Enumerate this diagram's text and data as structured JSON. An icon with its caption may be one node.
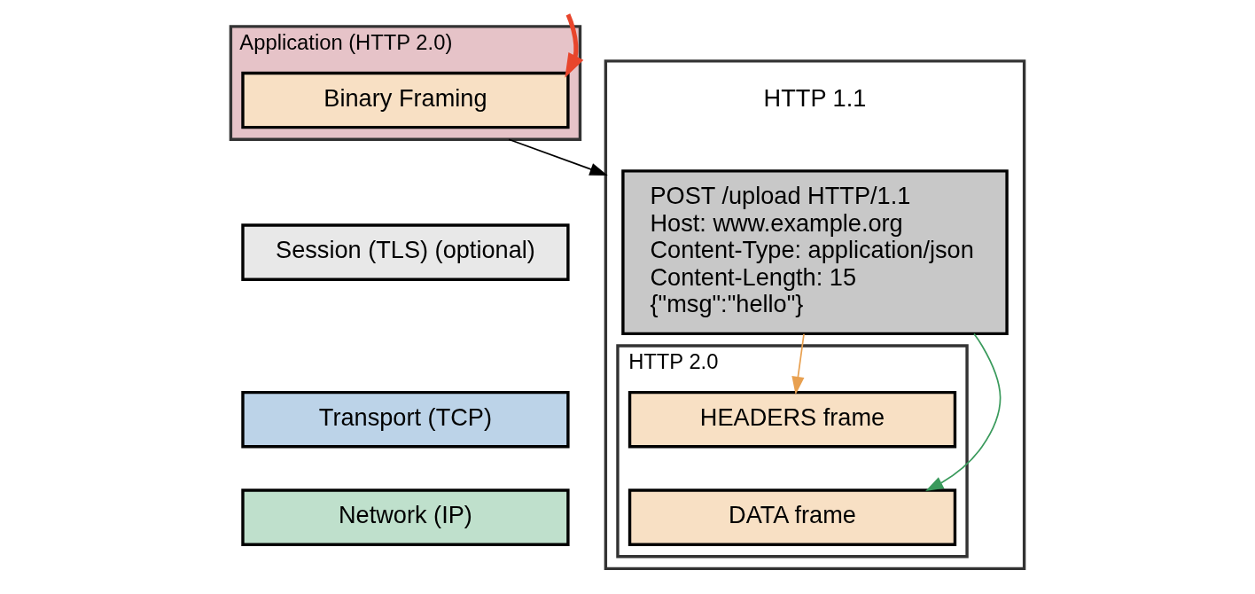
{
  "diagram": {
    "nodes": [
      {
        "text": [
          "Application (HTTP 2.0)"
        ]
      },
      {
        "text": [
          "Binary Framing"
        ],
        "in": 0
      },
      {
        "text": [
          "Session (TLS) (optional)"
        ]
      },
      {
        "text": [
          "Transport (TCP)"
        ]
      },
      {
        "text": [
          "Network (IP)"
        ]
      },
      {
        "text": [],
        "shape": "box"
      },
      {
        "text": [
          "HTTP 1.1",
          "POST /upload HTTP/1.1",
          "Host: www.example.org",
          "Content-Type: application/json",
          "Content-Length: 15",
          "{\"msg\":\"hello\"}"
        ],
        "in": 5
      },
      {
        "text": [
          "HTTP 2.0"
        ],
        "in": 5
      },
      {
        "text": [
          "HEADERS frame"
        ],
        "in": 7
      },
      {
        "text": [
          "DATA frame"
        ],
        "in": 7
      }
    ],
    "edges": [
      {
        "from": null,
        "to": 1,
        "arrow": "to",
        "color": "#e8452c",
        "style": "thick"
      },
      {
        "from": 0,
        "to": 5,
        "arrow": "to",
        "color": "#000000"
      },
      {
        "from": 6,
        "to": 8,
        "arrow": "to",
        "color": "#e8a050"
      },
      {
        "from": 6,
        "to": 9,
        "arrow": "to",
        "color": "#3a9a5c"
      }
    ]
  }
}
